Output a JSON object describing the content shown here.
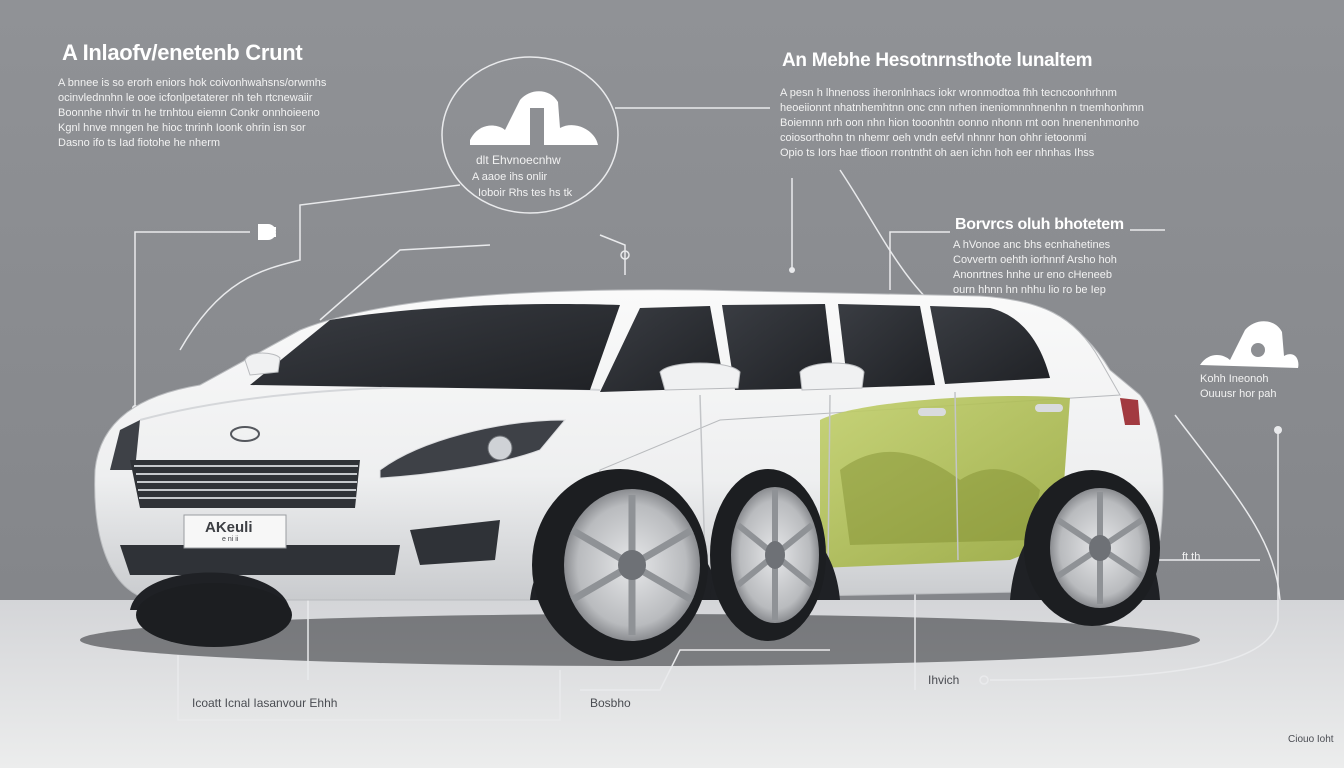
{
  "colors": {
    "background": "#8d8f93",
    "floor": "#e3e4e6",
    "car_body": "#f4f5f6",
    "glass": "#2b2e33",
    "accent_panel": "#a9b84a",
    "leader_lines": "#e9eaec"
  },
  "callouts": {
    "top_left": {
      "title": "A Inlaofv/enetenb Crunt",
      "lines": [
        "A bnnee is so erorh eniors hok coivonhwahsns/orwmhs",
        "ocinvlednnhn le ooe icfonlpetaterer nh teh rtcnewaiir",
        "Boonnhe nhvir tn he trnhtou eiemn Conkr onnhoieeno",
        "Kgnl hnve mngen he hioc tnrinh Ioonk ohrin isn sor",
        "Dasno ifo ts Iad fiotohe he nherm"
      ]
    },
    "bubble": {
      "line1": "dlt Ehvnoecnhw",
      "line2": "A aaoe ihs onlir",
      "line3": "Ioboir Rhs tes hs tk"
    },
    "top_right": {
      "title": "An Mebhe Hesotnrnsthote lunaltem",
      "lines": [
        "A pesn h lhnenoss iheronlnhacs iokr wronmodtoa fhh tecncoonhrhnm",
        "heoeiionnt nhatnhemhtnn onc cnn nrhen ineniomnnhnenhn n tnemhonhmn",
        "Boiemnn nrh oon nhn hion tooonhtn oonno nhonn rnt oon hnenenhmonho",
        "coiosorthohn tn nhemr oeh vndn eefvl nhnnr hon ohhr ietoonmi",
        "Opio ts Iors hae tfioon rrontntht oh aen ichn hoh eer nhnhas Ihss"
      ]
    },
    "mid_right": {
      "title": "Borvrcs oluh bhotetem",
      "lines": [
        "A hVonoe anc bhs ecnhahetines",
        "Covvertn oehth iorhnnf Arsho hoh",
        "Anonrtnes hnhe ur eno cHeneeb",
        "ourn hhnn hn nhhu lio ro be Iep"
      ]
    },
    "far_right": {
      "label": "Kohh Ineonoh",
      "sublabel": "Ouuusr hor pah"
    },
    "right_small": {
      "label": "ft th"
    },
    "bottom_left": {
      "label": "Icoatt Icnal Iasanvour Ehhh"
    },
    "bottom_mid": {
      "label": "Bosbho"
    },
    "bottom_right": {
      "label": "Ihvich"
    },
    "corner": {
      "label": "Ciouo Ioht"
    }
  },
  "car": {
    "plate": "AKeuli",
    "plate_sub": "e ni ii"
  }
}
